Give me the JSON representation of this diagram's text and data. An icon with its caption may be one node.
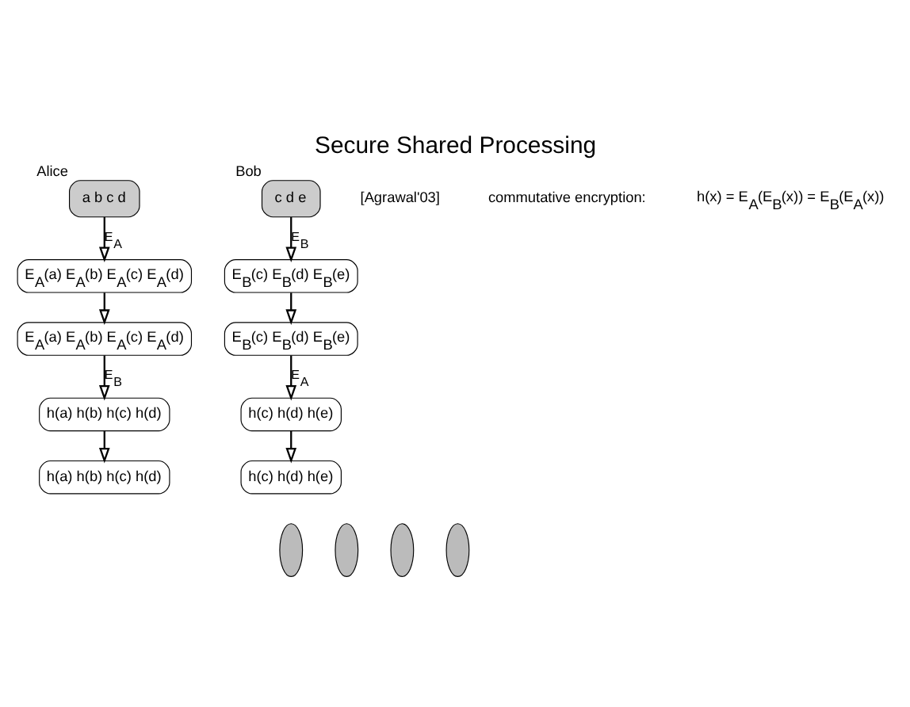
{
  "diagram": {
    "title": "Secure Shared Processing",
    "nodes": [
      {
        "text": [
          "a b c d"
        ],
        "beside": [
          "Alice"
        ]
      },
      {
        "text": [
          "c d e"
        ],
        "beside": [
          "Bob"
        ]
      },
      {
        "text": [
          "E$_{A}$(a) E$_{A}$(b) E$_{A}$(c) E$_{A}$(d)"
        ]
      },
      {
        "text": [
          "E$_{B}$(c) E$_{B}$(d) E$_{B}$(e)"
        ]
      },
      {
        "text": [
          "E$_{B}$(c) E$_{B}$(d) E$_{B}$(e)"
        ]
      },
      {
        "text": [
          "E$_{A}$(a) E$_{A}$(b) E$_{A}$(c) E$_{A}$(d)"
        ]
      },
      {
        "text": [
          "h(c) h(d) h(e)"
        ]
      },
      {
        "text": [
          "h(a) h(b) h(c) h(d)"
        ]
      },
      {
        "text": [
          "h(a) h(b) h(c) h(d)"
        ]
      },
      {
        "text": [
          "h(c) h(d) h(e)"
        ]
      },
      {
        "text": [],
        "shape": "ellipse"
      },
      {
        "text": [],
        "shape": "ellipse"
      },
      {
        "text": [],
        "shape": "ellipse"
      },
      {
        "text": [],
        "shape": "ellipse"
      }
    ],
    "edges": [
      {
        "from": 0,
        "to": 2,
        "arrow": "to",
        "label": "E$_{A}$"
      },
      {
        "from": 1,
        "to": 3,
        "arrow": "to",
        "label": "E$_{B}$"
      },
      {
        "from": 2,
        "to": 5,
        "arrow": "to"
      },
      {
        "from": 3,
        "to": 4,
        "arrow": "to"
      },
      {
        "from": 4,
        "to": 6,
        "arrow": "to",
        "label": "E$_{A}$"
      },
      {
        "from": 5,
        "to": 7,
        "arrow": "to",
        "label": "E$_{B}$"
      },
      {
        "from": 6,
        "to": 9,
        "arrow": "to"
      },
      {
        "from": 7,
        "to": 8,
        "arrow": "to"
      }
    ],
    "labels": [
      "[Agrawal'03]",
      "commutative encryption:",
      "h(x) = E$_{A}$(E$_{B}$(x)) = E$_{B}$(E$_{A}$(x))"
    ]
  }
}
